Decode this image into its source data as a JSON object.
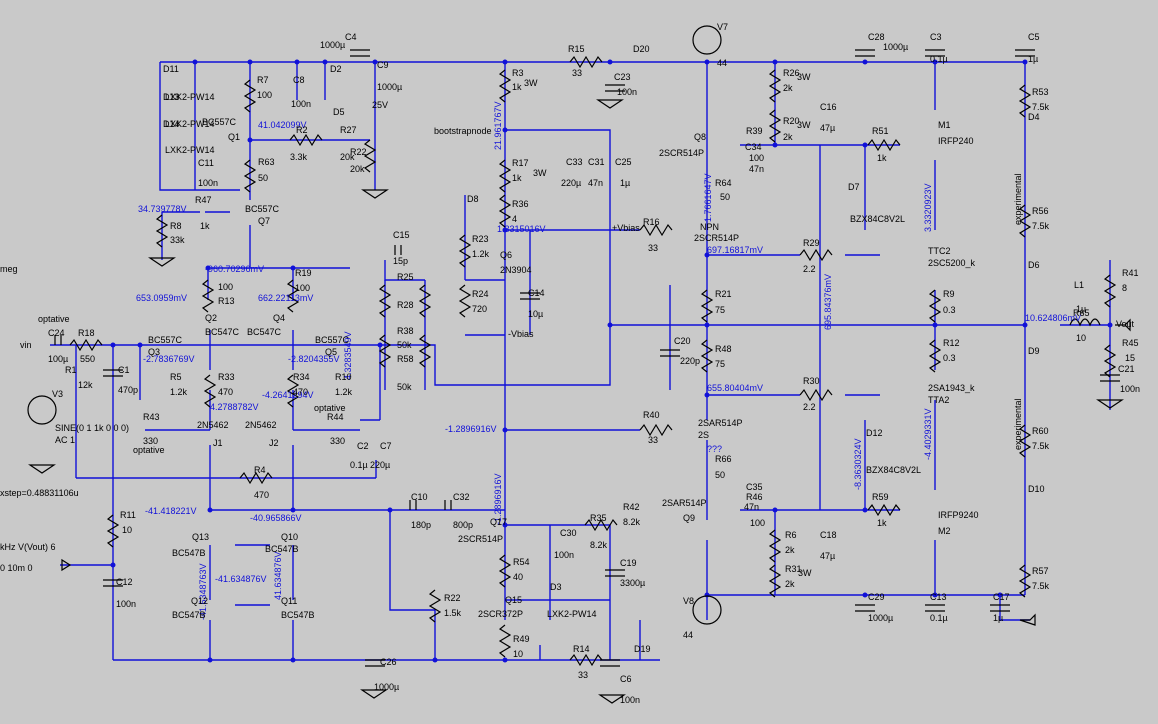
{
  "title": "",
  "components": [
    {
      "id": "C4",
      "text": "C4"
    },
    {
      "id": "C4v",
      "text": "1000µ"
    },
    {
      "id": "C9",
      "text": "C9"
    },
    {
      "id": "C9v",
      "text": "1000µ"
    },
    {
      "id": "C9r",
      "text": "25V"
    },
    {
      "id": "R15",
      "text": "R15"
    },
    {
      "id": "R15v",
      "text": "33"
    },
    {
      "id": "C23",
      "text": "C23"
    },
    {
      "id": "C23v",
      "text": "100n"
    },
    {
      "id": "D20",
      "text": "D20"
    },
    {
      "id": "V7",
      "text": "V7"
    },
    {
      "id": "V7v",
      "text": "44"
    },
    {
      "id": "C28",
      "text": "C28"
    },
    {
      "id": "C28v",
      "text": "1000µ"
    },
    {
      "id": "C3",
      "text": "C3"
    },
    {
      "id": "C3v",
      "text": "0.1µ"
    },
    {
      "id": "C5",
      "text": "C5"
    },
    {
      "id": "C5v",
      "text": "1µ"
    },
    {
      "id": "R53",
      "text": "R53"
    },
    {
      "id": "R53v",
      "text": "7.5k"
    },
    {
      "id": "D4",
      "text": "D4"
    },
    {
      "id": "D11",
      "text": "D11"
    },
    {
      "id": "D13",
      "text": "D13"
    },
    {
      "id": "D14",
      "text": "D14"
    },
    {
      "id": "LXK1",
      "text": "LXK2-PW14"
    },
    {
      "id": "LXK2",
      "text": "LXK2-PW14"
    },
    {
      "id": "LXK3",
      "text": "LXK2-PW14"
    },
    {
      "id": "C11",
      "text": "C11"
    },
    {
      "id": "C11v",
      "text": "100n"
    },
    {
      "id": "R7",
      "text": "R7"
    },
    {
      "id": "R7v",
      "text": "100"
    },
    {
      "id": "Q1",
      "text": "Q1"
    },
    {
      "id": "BC557",
      "text": "BC557C"
    },
    {
      "id": "C8",
      "text": "C8"
    },
    {
      "id": "C8v",
      "text": "100n"
    },
    {
      "id": "D2",
      "text": "D2"
    },
    {
      "id": "D5",
      "text": "D5"
    },
    {
      "id": "R2",
      "text": "R2"
    },
    {
      "id": "R2v",
      "text": "3.3k"
    },
    {
      "id": "R27",
      "text": "R27"
    },
    {
      "id": "R27v",
      "text": "20k"
    },
    {
      "id": "R22",
      "text": "R22"
    },
    {
      "id": "R22v",
      "text": "20k"
    },
    {
      "id": "R63",
      "text": "R63"
    },
    {
      "id": "R63v",
      "text": "50"
    },
    {
      "id": "R47",
      "text": "R47"
    },
    {
      "id": "R47v",
      "text": "1k"
    },
    {
      "id": "R8",
      "text": "R8"
    },
    {
      "id": "R8v",
      "text": "33k"
    },
    {
      "id": "Q7",
      "text": "Q7"
    },
    {
      "id": "BC557b",
      "text": "BC557C"
    },
    {
      "id": "R3",
      "text": "R3"
    },
    {
      "id": "R3v",
      "text": "1k"
    },
    {
      "id": "R3w",
      "text": "3W"
    },
    {
      "id": "bootstrap",
      "text": "bootstrapnode"
    },
    {
      "id": "R17",
      "text": "R17"
    },
    {
      "id": "R17v",
      "text": "1k"
    },
    {
      "id": "R17w",
      "text": "3W"
    },
    {
      "id": "R36",
      "text": "R36"
    },
    {
      "id": "R36v",
      "text": "4"
    },
    {
      "id": "C33",
      "text": "C33"
    },
    {
      "id": "C31",
      "text": "C31"
    },
    {
      "id": "C25",
      "text": "C25"
    },
    {
      "id": "C33v",
      "text": "220µ"
    },
    {
      "id": "C31v",
      "text": "47n"
    },
    {
      "id": "C25v",
      "text": "1µ"
    },
    {
      "id": "D8",
      "text": "D8"
    },
    {
      "id": "R23",
      "text": "R23"
    },
    {
      "id": "R23v",
      "text": "1.2k"
    },
    {
      "id": "Q6",
      "text": "Q6"
    },
    {
      "id": "Q6m",
      "text": "2N3904"
    },
    {
      "id": "R24",
      "text": "R24"
    },
    {
      "id": "R24v",
      "text": "720"
    },
    {
      "id": "C14",
      "text": "C14"
    },
    {
      "id": "C14v",
      "text": "10µ"
    },
    {
      "id": "vbiasm",
      "text": "-Vbias"
    },
    {
      "id": "vbiasp",
      "text": "+Vbias"
    },
    {
      "id": "R16",
      "text": "R16"
    },
    {
      "id": "R16v",
      "text": "33"
    },
    {
      "id": "Q8",
      "text": "Q8"
    },
    {
      "id": "Q8m",
      "text": "2SCR514P"
    },
    {
      "id": "R26",
      "text": "R26"
    },
    {
      "id": "R26v",
      "text": "2k"
    },
    {
      "id": "R26w",
      "text": "3W"
    },
    {
      "id": "R20",
      "text": "R20"
    },
    {
      "id": "R20v",
      "text": "2k"
    },
    {
      "id": "R20w",
      "text": "3W"
    },
    {
      "id": "R39",
      "text": "R39"
    },
    {
      "id": "R39v",
      "text": "100"
    },
    {
      "id": "C34",
      "text": "C34"
    },
    {
      "id": "C34v",
      "text": "47n"
    },
    {
      "id": "C16",
      "text": "C16"
    },
    {
      "id": "C16v",
      "text": "47µ"
    },
    {
      "id": "R64",
      "text": "R64"
    },
    {
      "id": "R64v",
      "text": "50"
    },
    {
      "id": "NPN",
      "text": "NPN"
    },
    {
      "id": "NPNm",
      "text": "2SCR514P"
    },
    {
      "id": "R51",
      "text": "R51"
    },
    {
      "id": "R51v",
      "text": "1k"
    },
    {
      "id": "M1",
      "text": "M1"
    },
    {
      "id": "M1m",
      "text": "IRFP240"
    },
    {
      "id": "D7",
      "text": "D7"
    },
    {
      "id": "D7m",
      "text": "BZX84C8V2L"
    },
    {
      "id": "R29",
      "text": "R29"
    },
    {
      "id": "R29v",
      "text": "2.2"
    },
    {
      "id": "TTC2",
      "text": "TTC2"
    },
    {
      "id": "TTC2m",
      "text": "2SC5200_k"
    },
    {
      "id": "R9",
      "text": "R9"
    },
    {
      "id": "R9v",
      "text": "0.3"
    },
    {
      "id": "R56",
      "text": "R56"
    },
    {
      "id": "R56v",
      "text": "7.5k"
    },
    {
      "id": "D6",
      "text": "D6"
    },
    {
      "id": "exp1",
      "text": "experimental"
    },
    {
      "id": "exp2",
      "text": "experimental"
    },
    {
      "id": "L1",
      "text": "L1"
    },
    {
      "id": "L1v",
      "text": "1µ"
    },
    {
      "id": "R65",
      "text": "R65"
    },
    {
      "id": "R65v",
      "text": "10"
    },
    {
      "id": "R41",
      "text": "R41"
    },
    {
      "id": "R41v",
      "text": "8"
    },
    {
      "id": "R45",
      "text": "R45"
    },
    {
      "id": "R45v",
      "text": "15"
    },
    {
      "id": "C21",
      "text": "C21"
    },
    {
      "id": "C21v",
      "text": "100n"
    },
    {
      "id": "Vout",
      "text": "Vout"
    },
    {
      "id": "R21",
      "text": "R21"
    },
    {
      "id": "R21v",
      "text": "75"
    },
    {
      "id": "C20",
      "text": "C20"
    },
    {
      "id": "C20v",
      "text": "220p"
    },
    {
      "id": "R48",
      "text": "R48"
    },
    {
      "id": "R48v",
      "text": "75"
    },
    {
      "id": "R12",
      "text": "R12"
    },
    {
      "id": "R12v",
      "text": "0.3"
    },
    {
      "id": "R30",
      "text": "R30"
    },
    {
      "id": "R30v",
      "text": "2.2"
    },
    {
      "id": "TTA2",
      "text": "TTA2"
    },
    {
      "id": "TTA2m",
      "text": "2SA1943_k"
    },
    {
      "id": "D9",
      "text": "D9"
    },
    {
      "id": "R60",
      "text": "R60"
    },
    {
      "id": "R60v",
      "text": "7.5k"
    },
    {
      "id": "R40",
      "text": "R40"
    },
    {
      "id": "R40v",
      "text": "33"
    },
    {
      "id": "SAR",
      "text": "2SAR514P"
    },
    {
      "id": "S2",
      "text": "2S"
    },
    {
      "id": "D12",
      "text": "D12"
    },
    {
      "id": "D12m",
      "text": "BZX84C8V2L"
    },
    {
      "id": "R66",
      "text": "R66"
    },
    {
      "id": "R66v",
      "text": "50"
    },
    {
      "id": "C35",
      "text": "C35"
    },
    {
      "id": "C35v",
      "text": "47n"
    },
    {
      "id": "R46",
      "text": "R46"
    },
    {
      "id": "R46v",
      "text": "100"
    },
    {
      "id": "Q9",
      "text": "Q9"
    },
    {
      "id": "Q9m",
      "text": "2SAR514P"
    },
    {
      "id": "R59",
      "text": "R59"
    },
    {
      "id": "R59v",
      "text": "1k"
    },
    {
      "id": "M2",
      "text": "M2"
    },
    {
      "id": "M2m",
      "text": "IRFP9240"
    },
    {
      "id": "R6",
      "text": "R6"
    },
    {
      "id": "R6v",
      "text": "2k"
    },
    {
      "id": "R31",
      "text": "R31"
    },
    {
      "id": "R31v",
      "text": "2k"
    },
    {
      "id": "R31w",
      "text": "3W"
    },
    {
      "id": "C18",
      "text": "C18"
    },
    {
      "id": "C18v",
      "text": "47µ"
    },
    {
      "id": "D10",
      "text": "D10"
    },
    {
      "id": "R57",
      "text": "R57"
    },
    {
      "id": "R57v",
      "text": "7.5k"
    },
    {
      "id": "V8",
      "text": "V8"
    },
    {
      "id": "V8v",
      "text": "44"
    },
    {
      "id": "C29",
      "text": "C29"
    },
    {
      "id": "C29v",
      "text": "1000µ"
    },
    {
      "id": "C13",
      "text": "C13"
    },
    {
      "id": "C13v",
      "text": "0.1µ"
    },
    {
      "id": "C17",
      "text": "C17"
    },
    {
      "id": "C17v",
      "text": "1µ"
    },
    {
      "id": "R42",
      "text": "R42"
    },
    {
      "id": "R42v",
      "text": "8.2k"
    },
    {
      "id": "R35",
      "text": "R35"
    },
    {
      "id": "R35v",
      "text": "8.2k"
    },
    {
      "id": "C30",
      "text": "C30"
    },
    {
      "id": "C30v",
      "text": "100n"
    },
    {
      "id": "C19",
      "text": "C19"
    },
    {
      "id": "C19v",
      "text": "3300µ"
    },
    {
      "id": "Q17",
      "text": "Q17"
    },
    {
      "id": "Q17m",
      "text": "2SCR514P"
    },
    {
      "id": "R54",
      "text": "R54"
    },
    {
      "id": "R54v",
      "text": "40"
    },
    {
      "id": "D3",
      "text": "D3"
    },
    {
      "id": "Q15",
      "text": "Q15"
    },
    {
      "id": "Q15m",
      "text": "2SCR372P"
    },
    {
      "id": "LXK4",
      "text": "LXK2-PW14"
    },
    {
      "id": "R49",
      "text": "R49"
    },
    {
      "id": "R49v",
      "text": "10"
    },
    {
      "id": "R14",
      "text": "R14"
    },
    {
      "id": "R14v",
      "text": "33"
    },
    {
      "id": "D19",
      "text": "D19"
    },
    {
      "id": "C6",
      "text": "C6"
    },
    {
      "id": "C6v",
      "text": "100n"
    },
    {
      "id": "R22b",
      "text": "R22"
    },
    {
      "id": "R22bv",
      "text": "1.5k"
    },
    {
      "id": "C10",
      "text": "C10"
    },
    {
      "id": "C10v",
      "text": "180p"
    },
    {
      "id": "C32",
      "text": "C32"
    },
    {
      "id": "C32v",
      "text": "800p"
    },
    {
      "id": "C15",
      "text": "C15"
    },
    {
      "id": "C15v",
      "text": "15p"
    },
    {
      "id": "R25",
      "text": "R25"
    },
    {
      "id": "R28",
      "text": "R28"
    },
    {
      "id": "R38",
      "text": "R38"
    },
    {
      "id": "R58",
      "text": "R58"
    },
    {
      "id": "R50k1",
      "text": "50k"
    },
    {
      "id": "R50k2",
      "text": "50k"
    },
    {
      "id": "R13",
      "text": "R13"
    },
    {
      "id": "R13v",
      "text": "100"
    },
    {
      "id": "R19",
      "text": "R19"
    },
    {
      "id": "R19v",
      "text": "100"
    },
    {
      "id": "Q2",
      "text": "Q2"
    },
    {
      "id": "Q2m",
      "text": "BC547C"
    },
    {
      "id": "Q4",
      "text": "Q4"
    },
    {
      "id": "Q4m",
      "text": "BC547C"
    },
    {
      "id": "Q3",
      "text": "Q3"
    },
    {
      "id": "Q3m",
      "text": "BC557C"
    },
    {
      "id": "Q5",
      "text": "Q5"
    },
    {
      "id": "Q5m",
      "text": "BC557C"
    },
    {
      "id": "R5",
      "text": "R5"
    },
    {
      "id": "R5v",
      "text": "1.2k"
    },
    {
      "id": "R33",
      "text": "R33"
    },
    {
      "id": "R33v",
      "text": "470"
    },
    {
      "id": "R34",
      "text": "R34"
    },
    {
      "id": "R34v",
      "text": "470"
    },
    {
      "id": "R10",
      "text": "R10"
    },
    {
      "id": "R10v",
      "text": "1.2k"
    },
    {
      "id": "R44",
      "text": "R44"
    },
    {
      "id": "R44v",
      "text": "330"
    },
    {
      "id": "R43",
      "text": "R43"
    },
    {
      "id": "R43v",
      "text": "330"
    },
    {
      "id": "J1",
      "text": "J1"
    },
    {
      "id": "J2",
      "text": "J2"
    },
    {
      "id": "J1m",
      "text": "2N5462"
    },
    {
      "id": "J2m",
      "text": "2N5462"
    },
    {
      "id": "optA",
      "text": "optative"
    },
    {
      "id": "optB",
      "text": "optative"
    },
    {
      "id": "optC",
      "text": "optative"
    },
    {
      "id": "C24",
      "text": "C24"
    },
    {
      "id": "C24v",
      "text": "100µ"
    },
    {
      "id": "R18",
      "text": "R18"
    },
    {
      "id": "R18v",
      "text": "550"
    },
    {
      "id": "vin",
      "text": "vin"
    },
    {
      "id": "R1",
      "text": "R1"
    },
    {
      "id": "R1v",
      "text": "12k"
    },
    {
      "id": "C1",
      "text": "C1"
    },
    {
      "id": "C1v",
      "text": "470p"
    },
    {
      "id": "V3",
      "text": "V3"
    },
    {
      "id": "sine",
      "text": "SINE(0 1 1k 0 0 0)"
    },
    {
      "id": "ac",
      "text": "AC 1"
    },
    {
      "id": "C2",
      "text": "C2"
    },
    {
      "id": "C2v",
      "text": "0.1µ"
    },
    {
      "id": "C7",
      "text": "C7"
    },
    {
      "id": "C7v",
      "text": "220µ"
    },
    {
      "id": "R4",
      "text": "R4"
    },
    {
      "id": "R4v",
      "text": "470"
    },
    {
      "id": "R11",
      "text": "R11"
    },
    {
      "id": "R11v",
      "text": "10"
    },
    {
      "id": "C12",
      "text": "C12"
    },
    {
      "id": "C12v",
      "text": "100n"
    },
    {
      "id": "Q13",
      "text": "Q13"
    },
    {
      "id": "Q13m",
      "text": "BC547B"
    },
    {
      "id": "Q10",
      "text": "Q10"
    },
    {
      "id": "Q10m",
      "text": "BC547B"
    },
    {
      "id": "Q12",
      "text": "Q12"
    },
    {
      "id": "Q12m",
      "text": "BC547B"
    },
    {
      "id": "Q11",
      "text": "Q11"
    },
    {
      "id": "Q11m",
      "text": "BC547B"
    },
    {
      "id": "C26",
      "text": "C26"
    },
    {
      "id": "C26v",
      "text": "1000µ"
    },
    {
      "id": "meg",
      "text": "meg"
    },
    {
      "id": "xstep",
      "text": "xstep=0.48831106u"
    },
    {
      "id": "khz",
      "text": "kHz V(Vout) 6"
    },
    {
      "id": "tr",
      "text": "0 10m 0"
    }
  ],
  "nodes": [
    {
      "id": "n1",
      "text": "41.042099V"
    },
    {
      "id": "n2",
      "text": "34.739778V"
    },
    {
      "id": "n3",
      "text": "-960.70296mV"
    },
    {
      "id": "n4",
      "text": "653.0959mV"
    },
    {
      "id": "n5",
      "text": "662.22113mV"
    },
    {
      "id": "n6",
      "text": "-2.7836769V"
    },
    {
      "id": "n7",
      "text": "-2.8204355V"
    },
    {
      "id": "n8",
      "text": "4.2788782V"
    },
    {
      "id": "n9",
      "text": "-4.2641294V"
    },
    {
      "id": "n10",
      "text": "-41.418221V"
    },
    {
      "id": "n11",
      "text": "-40.965866V"
    },
    {
      "id": "n12",
      "text": "-41.634876V"
    },
    {
      "id": "n13",
      "text": "1.3315016V"
    },
    {
      "id": "n14",
      "text": "-1.2896916V"
    },
    {
      "id": "n15",
      "text": "697.16817mV"
    },
    {
      "id": "n16",
      "text": "655.80404mV"
    },
    {
      "id": "n17",
      "text": "10.624806mV"
    },
    {
      "id": "n18",
      "text": "3.3320923V"
    },
    {
      "id": "n19",
      "text": "-4.4029331V"
    },
    {
      "id": "n20",
      "text": "21.961767V"
    },
    {
      "id": "n21",
      "text": "1.7661647V"
    },
    {
      "id": "n22",
      "text": "695.84376mV"
    },
    {
      "id": "n23",
      "text": "-8.3630324V"
    },
    {
      "id": "n24",
      "text": "-1.2896916V"
    },
    {
      "id": "n25",
      "text": "4.3283549V"
    },
    {
      "id": "n26",
      "text": "-41.6348763V"
    },
    {
      "id": "n27",
      "text": "41.634876V"
    },
    {
      "id": "n28",
      "text": "???"
    }
  ],
  "colors": {
    "wire": "#1111d8",
    "background": "#c9c9c9",
    "label": "#000000"
  }
}
